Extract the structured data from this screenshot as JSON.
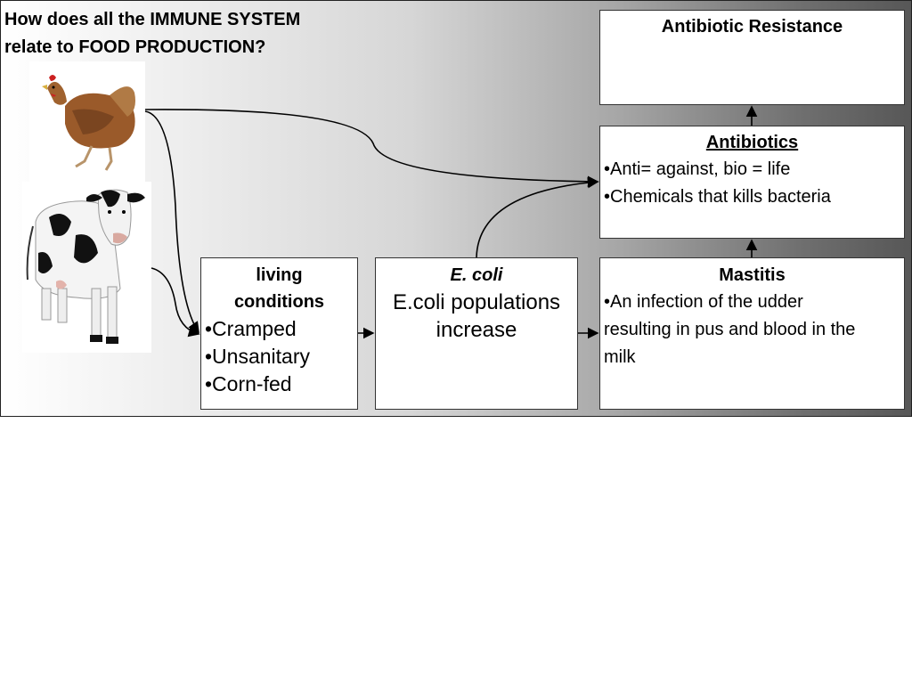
{
  "slide": {
    "title": "How does all the IMMUNE SYSTEM\nrelate to FOOD PRODUCTION?"
  },
  "boxes": {
    "antibiotic_resistance": {
      "heading": "Antibiotic Resistance"
    },
    "antibiotics": {
      "heading": "Antibiotics",
      "bullets": [
        "•Anti= against, bio = life",
        "•Chemicals that kills bacteria"
      ]
    },
    "living_conditions": {
      "heading": "living conditions",
      "bullets": [
        "•Cramped",
        "•Unsanitary",
        "•Corn-fed"
      ]
    },
    "ecoli": {
      "heading": "E. coli",
      "body": "E.coli populations increase"
    },
    "mastitis": {
      "heading": "Mastitis",
      "body": "•An infection of the udder resulting in pus and blood in the milk"
    }
  },
  "images": {
    "chicken": "chicken-photo",
    "cow": "holstein-cow-photo"
  },
  "colors": {
    "arrow": "#000000",
    "box_fill": "#ffffff"
  }
}
